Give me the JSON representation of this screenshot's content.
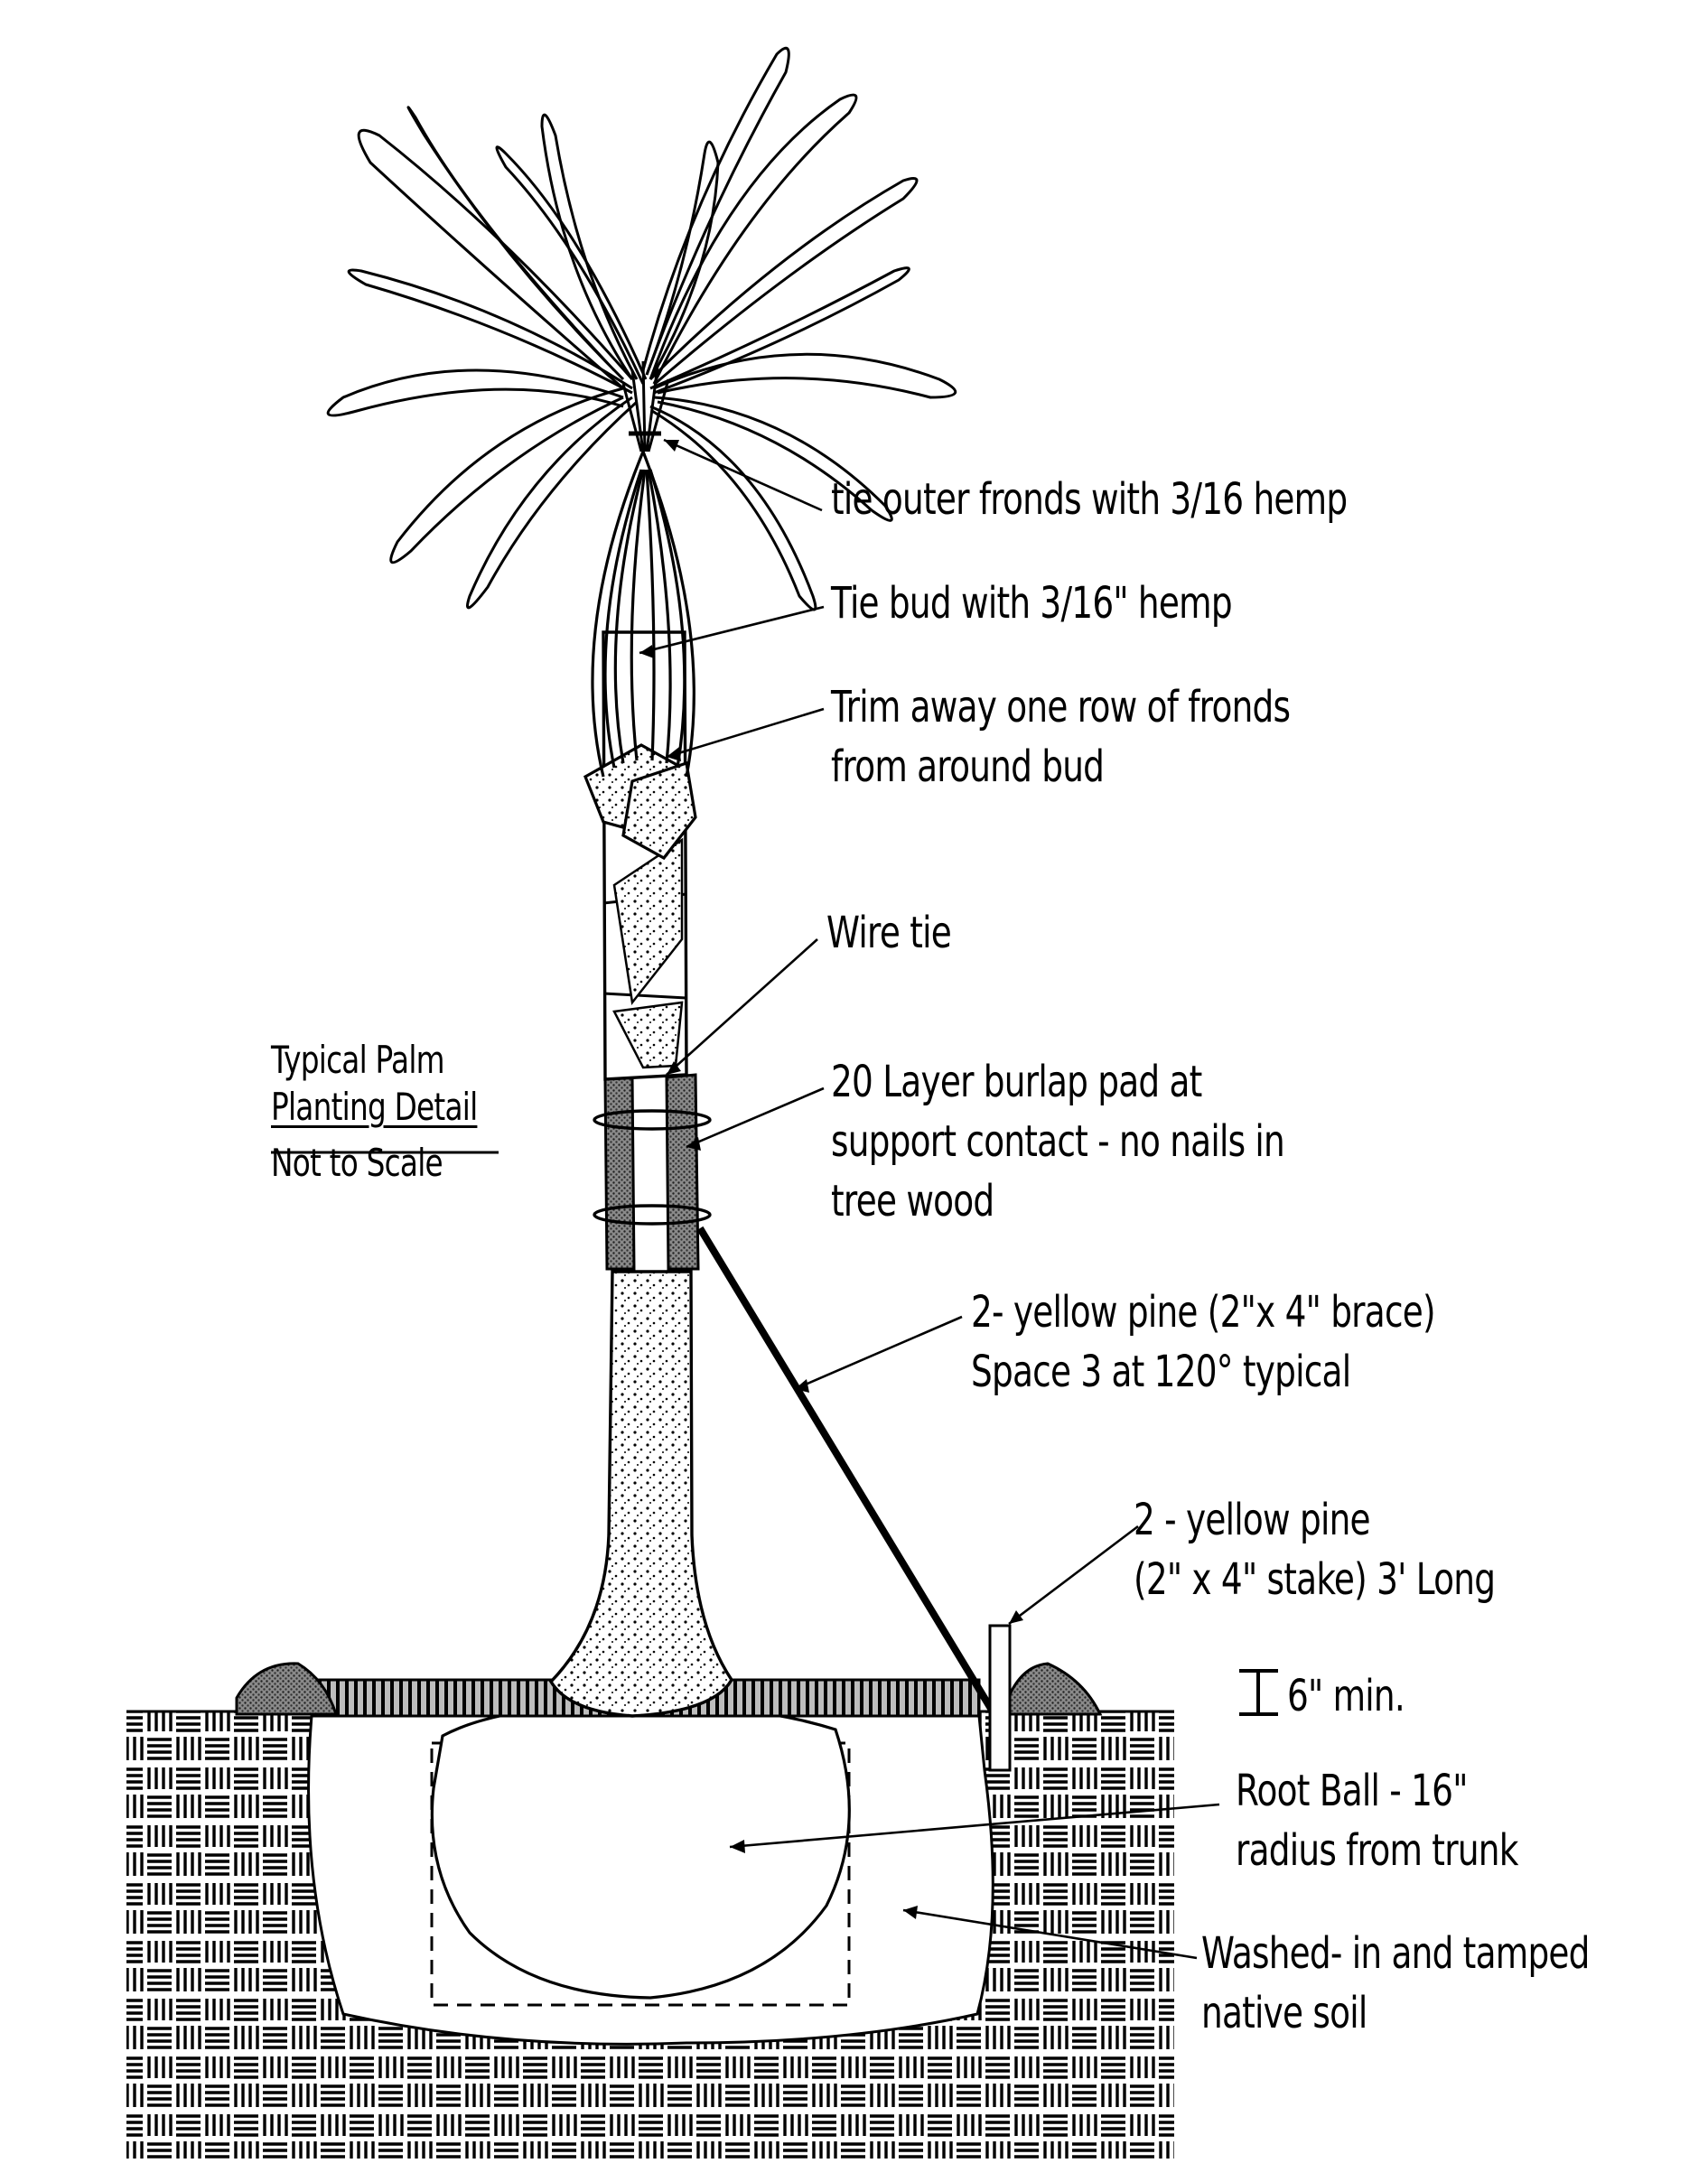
{
  "title": {
    "line1": "Typical Palm",
    "line2": "Planting Detail",
    "line3": "Not to Scale"
  },
  "labels": {
    "tie_outer_fronds": "tie outer fronds with 3/16 hemp",
    "tie_bud": "Tie bud with 3/16\" hemp",
    "trim_line1": "Trim away one row of fronds",
    "trim_line2": "from around bud",
    "wire_tie": "Wire tie",
    "burlap_line1": "20 Layer burlap pad at",
    "burlap_line2": "support contact - no nails in",
    "burlap_line3": "tree wood",
    "brace_line1": "2- yellow pine (2\"x 4\" brace)",
    "brace_line2": "Space 3 at 120° typical",
    "stake_line1": "2 - yellow pine",
    "stake_line2": "(2\" x 4\" stake) 3' Long",
    "min_depth": "6\" min.",
    "rootball_line1": "Root Ball - 16\"",
    "rootball_line2": "radius from trunk",
    "soil_line1": "Washed- in and tamped",
    "soil_line2": "native soil"
  },
  "colors": {
    "ink": "#000000",
    "paper": "#ffffff",
    "shade": "#9a9a9a"
  }
}
